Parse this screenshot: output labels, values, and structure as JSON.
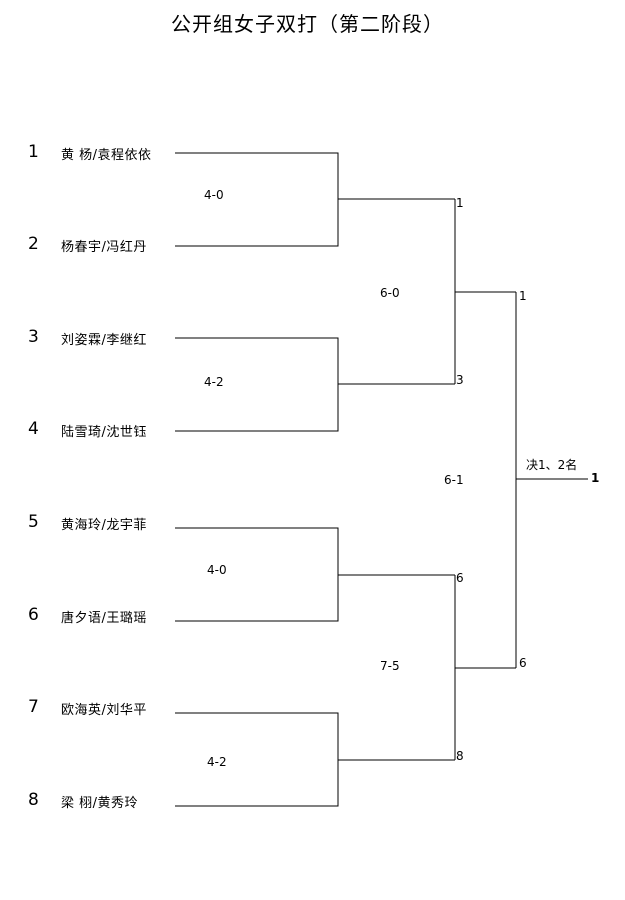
{
  "title": "公开组女子双打（第二阶段）",
  "entries": [
    {
      "seed": "1",
      "name": "黄 杨/袁程依依"
    },
    {
      "seed": "2",
      "name": "杨春宇/冯红丹"
    },
    {
      "seed": "3",
      "name": "刘姿霖/李继红"
    },
    {
      "seed": "4",
      "name": "陆雪琦/沈世钰"
    },
    {
      "seed": "5",
      "name": "黄海玲/龙宇菲"
    },
    {
      "seed": "6",
      "name": "唐夕语/王璐瑶"
    },
    {
      "seed": "7",
      "name": "欧海英/刘华平"
    },
    {
      "seed": "8",
      "name": "梁 栩/黄秀玲"
    }
  ],
  "round1": [
    {
      "score": "4-0",
      "winner": "1"
    },
    {
      "score": "4-2",
      "winner": "3"
    },
    {
      "score": "4-0",
      "winner": "6"
    },
    {
      "score": "4-2",
      "winner": "8"
    }
  ],
  "round2": [
    {
      "score": "6-0",
      "winner": "1"
    },
    {
      "score": "7-5",
      "winner": "6"
    }
  ],
  "final": {
    "score": "6-1",
    "label": "决1、2名",
    "winner": "1"
  }
}
